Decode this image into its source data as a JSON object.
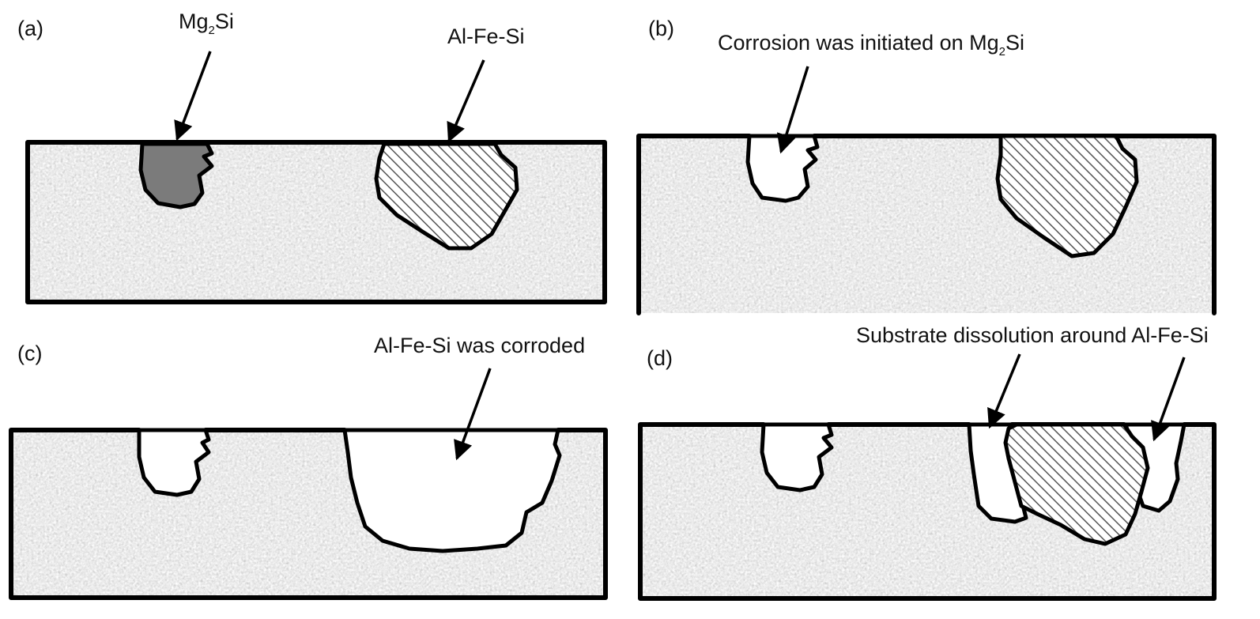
{
  "panels": {
    "a": {
      "label": "(a)",
      "mg2si": {
        "pre": "Mg",
        "sub": "2",
        "post": "Si"
      },
      "alfesi": "Al-Fe-Si"
    },
    "b": {
      "label": "(b)",
      "text_pre": "Corrosion was initiated on Mg",
      "text_sub": "2",
      "text_post": "Si"
    },
    "c": {
      "label": "(c)",
      "text": "Al-Fe-Si was corroded"
    },
    "d": {
      "label": "(d)",
      "text": "Substrate dissolution around Al-Fe-Si"
    }
  },
  "colors": {
    "substrate": "#c9c9c9",
    "mg2si_fill": "#7b7b7b",
    "hatch": "#555555",
    "outline": "#000000"
  }
}
